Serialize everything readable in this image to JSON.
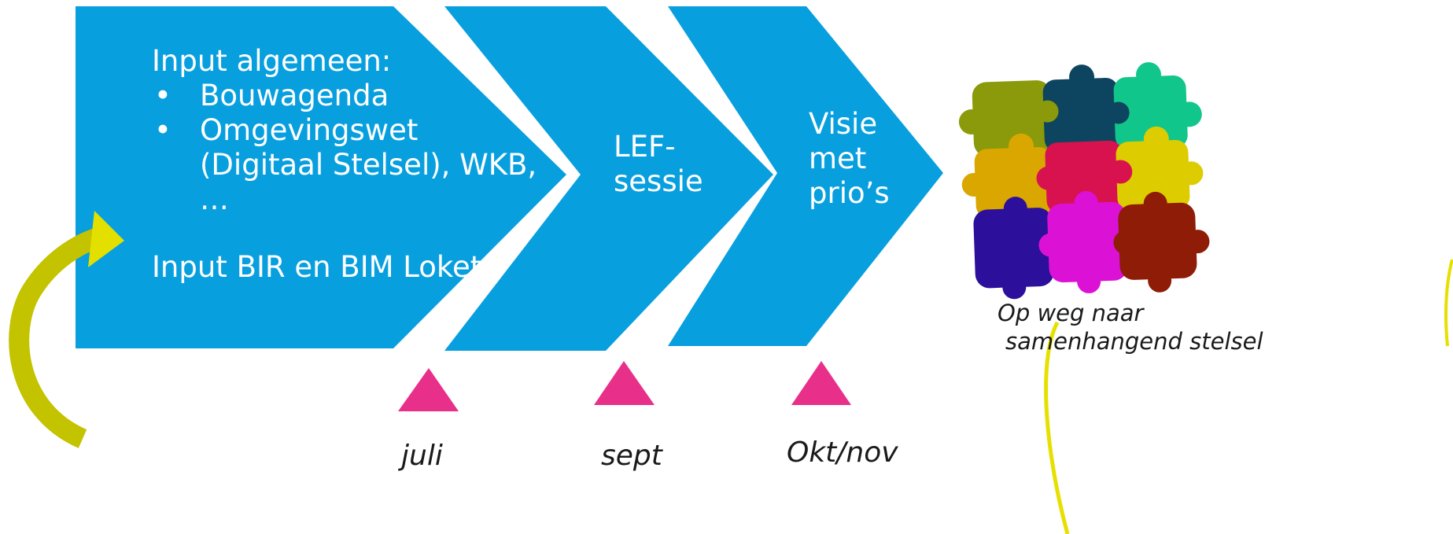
{
  "colors": {
    "chevron": "#089fdf",
    "marker": "#e8308a",
    "arrow_green": "#c3c300",
    "arrow_yellow": "#e6e000"
  },
  "stages": [
    {
      "title": "Input algemeen:",
      "bullets": [
        {
          "marker": "•",
          "lines": [
            "Bouwagenda"
          ]
        },
        {
          "marker": "•",
          "lines": [
            "Omgevingswet",
            "(Digitaal Stelsel), WKB,",
            "…"
          ]
        }
      ],
      "footer": "Input BIR en BIM Loket"
    },
    {
      "lines": [
        "LEF-",
        "sessie"
      ]
    },
    {
      "lines": [
        "Visie",
        "met",
        "prio’s"
      ]
    }
  ],
  "markers": [
    {
      "label": "juli"
    },
    {
      "label": "sept"
    },
    {
      "label": "Okt/nov"
    }
  ],
  "puzzle": {
    "pieces": [
      "#8a9a0a",
      "#0d4560",
      "#11c68a",
      "#d9a700",
      "#d8124f",
      "#ddcc00",
      "#2c0f9a",
      "#db12d5",
      "#8e1c06"
    ],
    "caption_lines": [
      "Op weg naar",
      "samenhangend  stelsel"
    ]
  }
}
